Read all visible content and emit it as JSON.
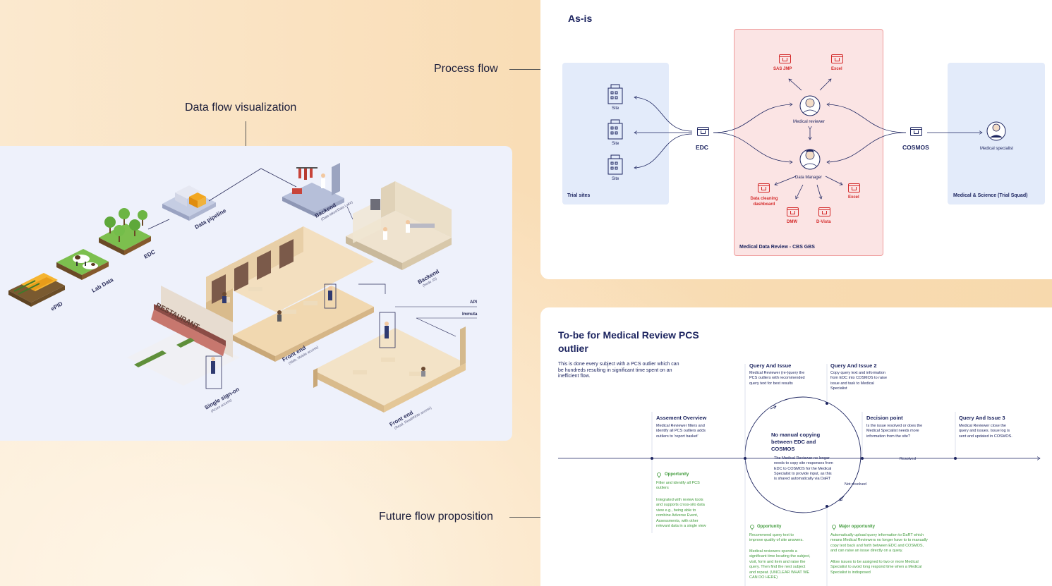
{
  "labels": {
    "process_flow": "Process flow",
    "data_flow": "Data flow visualization",
    "future_flow": "Future flow proposition"
  },
  "illustration": {
    "epid": "ePID",
    "lab_data": "Lab Data",
    "edc": "EDC",
    "data_pipeline": "Data pipeline",
    "backend_top": "Backend",
    "backend_top_sub": "(Data lakes/Data Lake)",
    "backend_right": "Backend",
    "backend_right_sub": "(Node JS)",
    "api": "API",
    "immuta": "Immuta",
    "restaurant": "RESTAURANT",
    "front_end_center": "Front end",
    "front_end_center_sub": "(Web, Mobile access)",
    "front_end_bottom": "Front end",
    "front_end_bottom_sub": "(Read, Read/Write access)",
    "single_sign_on": "Single sign-on",
    "single_sign_on_sub": "(Azure access)"
  },
  "asis": {
    "title": "As-is",
    "trial_sites": "Trial sites",
    "site": "Site",
    "edc": "EDC",
    "cosmos": "COSMOS",
    "sas_jmp": "SAS JMP",
    "excel": "Excel",
    "medical_reviewer": "Medical reviewer",
    "data_manager": "Data Manager",
    "data_cleaning": "Data cleaning dashboard",
    "dmw": "DMW",
    "dvista": "D-Vista",
    "mdr_panel": "Medical Data Review - CBS GBS",
    "medical_specialist": "Medical specialist",
    "ms_panel": "Medical & Science (Trial Squad)"
  },
  "tobe": {
    "title": "To-be for Medical Review PCS outlier",
    "intro": "This is done every subject with a PCS outlier which can be hundreds resulting in significant time spent on an inefficient flow.",
    "steps": {
      "assessment": {
        "title": "Assement Overview",
        "desc": "Medical Reviewer filters and identify all PCS outliers adds outliers to 'report basket'"
      },
      "query1": {
        "title": "Query And Issue",
        "desc": "Medical Reviewer (re-)query the PCS outliers with recommended query text for best results"
      },
      "query2": {
        "title": "Query And Issue 2",
        "desc": "Copy query text and information from EDC into COSMOS to raise issue and task to Medical Specialist"
      },
      "decision": {
        "title": "Decision point",
        "desc": "Is the issue resolved or does the Medical Specialist needs more information from the site?"
      },
      "query3": {
        "title": "Query And Issue 3",
        "desc": "Medical Reviewer close the query and issues. Issue log is sent and updated in COSMOS."
      }
    },
    "center_title": "No manual copying between EDC and COSMOS",
    "center_desc": "The Medical Reviewer no longer needs to copy site responses from EDC to COSMOS for the Medical Specialist to provide input, as this is shared automatically via DaRT",
    "resolved": "Resolved",
    "not_resolved": "Not resolved",
    "opp1_title": "Opportunity",
    "opp1_desc_a": "Filter and identify all PCS outliers",
    "opp1_desc_b": "Integrated with review tools and supports cross-silo data view e.g., being able to combine Adverse Event, Assessments, with other relevant data in a single view",
    "opp2_title": "Opportunity",
    "opp2_desc_a": "Recommend query text to improve quality of site answers.",
    "opp2_desc_b": "Medical reviewers spends a significant time locating the subject, visit, form and item and raise the query. Then find the next subject and repeat. (UNCLEAR WHAT WE CAN DO HERE)",
    "opp3_title": "Major opportunity",
    "opp3_desc_a": "Automatically upload query information to DaRT which means Medical Reviewers no longer have to to manually copy text back and forth between EDC and COSMOS, and can raise an issue directly on a query.",
    "opp3_desc_b": "Allow issues to be assigned to two or more Medical Specialist to avoid long respond time when a Medical Specialist is indisposed"
  },
  "colors": {
    "navy": "#1d2560",
    "red": "#d42a2a",
    "green": "#3f9a3a",
    "panel_blue": "#e3ebfa",
    "panel_red": "#fbe4e4"
  }
}
